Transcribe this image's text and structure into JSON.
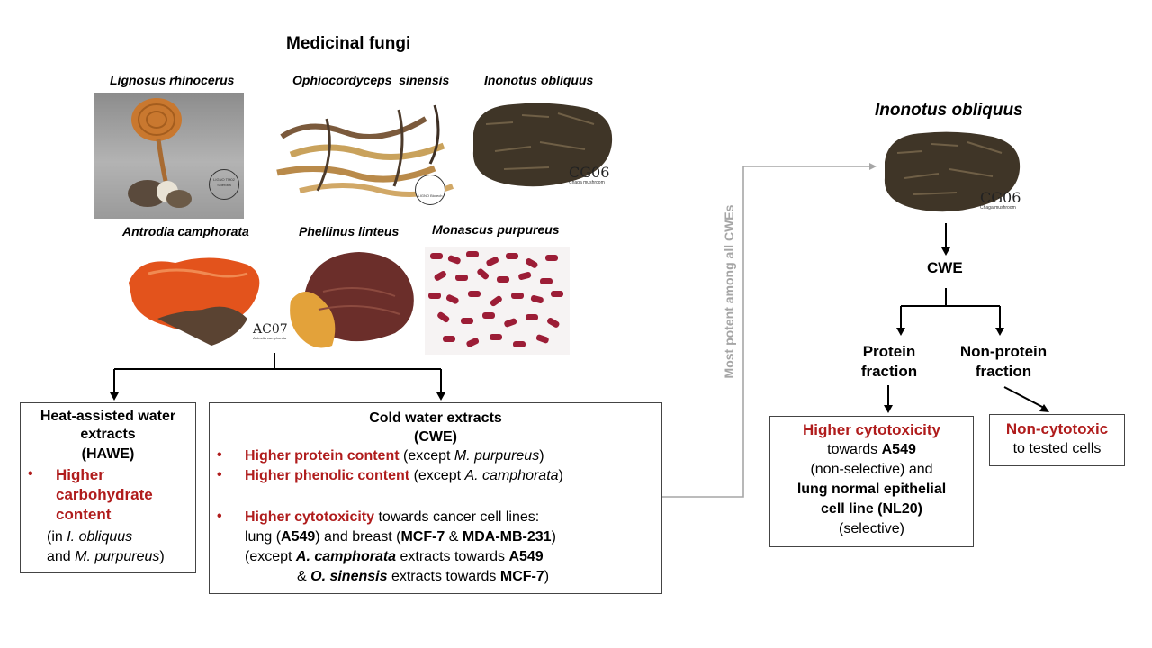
{
  "header": {
    "title": "Medicinal fungi"
  },
  "fungi": [
    {
      "name": "Lignosus rhinocerus",
      "stamp": "LIGNO TM02 Sclerotia"
    },
    {
      "name": "Ophiocordyceps  sinensis",
      "stamp": "LIGNO Biotech"
    },
    {
      "name": "Inonotus obliquus",
      "stamp_main": "CG06",
      "stamp_sub": "Chaga mushroom"
    },
    {
      "name": "Antrodia camphorata",
      "stamp_main": "AC07",
      "stamp_sub": "Antrodia camphorata"
    },
    {
      "name": "Phellinus linteus"
    },
    {
      "name": "Monascus purpureus"
    }
  ],
  "hawe": {
    "title1": "Heat-assisted water",
    "title2": "extracts",
    "title3": "(HAWE)",
    "bullet": "•",
    "red1": "Higher",
    "red2": "carbohydrate",
    "red3": "content",
    "note1_a": "(in ",
    "note1_b": "I. obliquus",
    "note2_a": "and ",
    "note2_b": "M. purpureus",
    "note2_c": ")"
  },
  "cwe_box": {
    "title1": "Cold water extracts",
    "title2": "(CWE)",
    "bullet": "•",
    "l1_red": "Higher protein content",
    "l1_a": " (except ",
    "l1_i": "M. purpureus",
    "l1_c": ")",
    "l2_red": "Higher phenolic content",
    "l2_a": " (except ",
    "l2_i": "A. camphorata",
    "l2_c": ")",
    "l3_red": "Higher cytotoxicity",
    "l3_a": " towards cancer cell lines:",
    "l4_a": "lung (",
    "l4_b": "A549",
    "l4_c": ") and breast (",
    "l4_d": "MCF-7",
    "l4_e": " & ",
    "l4_f": "MDA-MB-231",
    "l4_g": ")",
    "l5_a": "(except ",
    "l5_b": "A. camphorata",
    "l5_c": " extracts towards ",
    "l5_d": "A549",
    "l6_a": "& ",
    "l6_b": "O. sinensis",
    "l6_c": " extracts towards ",
    "l6_d": "MCF-7",
    "l6_e": ")"
  },
  "connector_label": "Most potent among all CWEs",
  "right": {
    "title": "Inonotus obliquus",
    "stamp_main": "CG06",
    "stamp_sub": "Chaga mushroom",
    "cwe": "CWE",
    "protein1": "Protein",
    "protein2": "fraction",
    "nonprotein1": "Non-protein",
    "nonprotein2": "fraction",
    "pbox_red": "Higher cytotoxicity",
    "pbox_l2a": "towards ",
    "pbox_l2b": "A549",
    "pbox_l3": "(non-selective) and",
    "pbox_l4": "lung normal epithelial",
    "pbox_l5": "cell line (NL20)",
    "pbox_l6": "(selective)",
    "nbox_red": "Non-cytotoxic",
    "nbox_l2": "to tested cells"
  },
  "colors": {
    "accent_red": "#b01c1c",
    "connector_gray": "#a6a6a6"
  }
}
